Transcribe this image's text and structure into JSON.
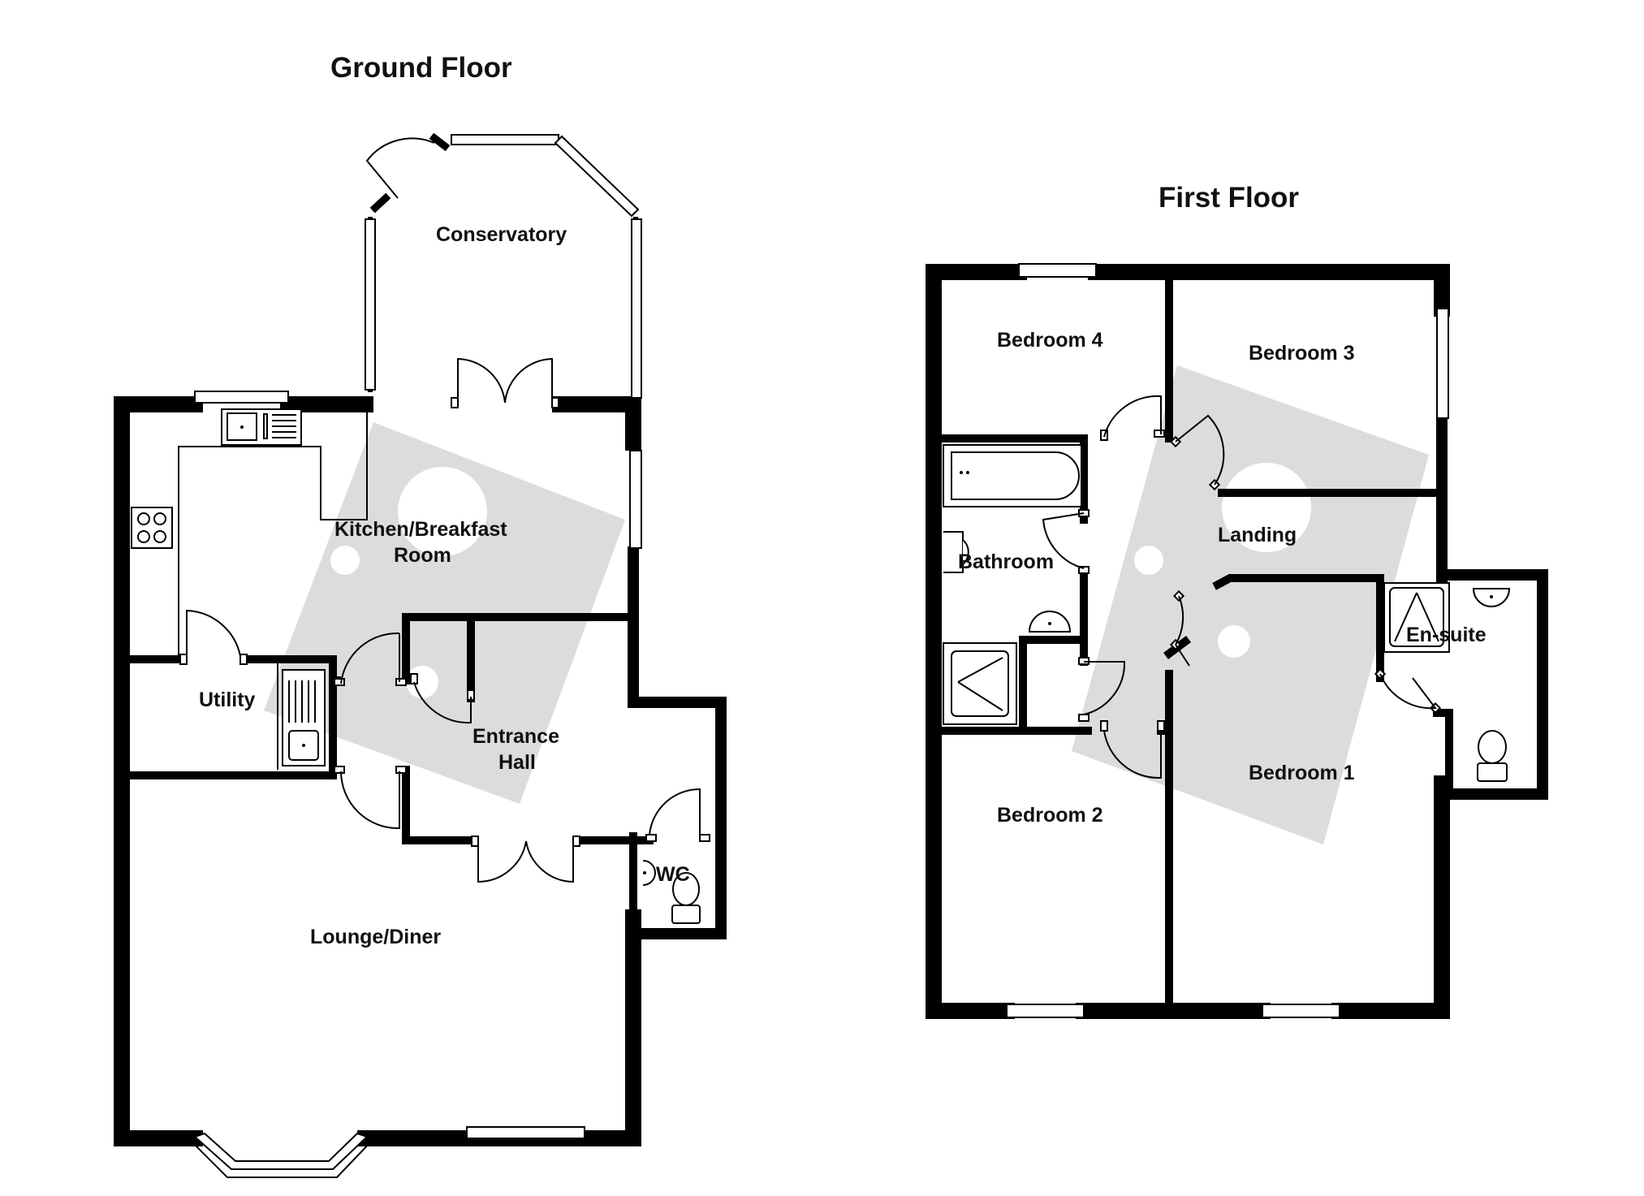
{
  "floors": {
    "ground": {
      "title": "Ground Floor",
      "rooms": {
        "conservatory": "Conservatory",
        "kitchen_line1": "Kitchen/Breakfast",
        "kitchen_line2": "Room",
        "utility": "Utility",
        "hall_line1": "Entrance",
        "hall_line2": "Hall",
        "wc": "WC",
        "lounge": "Lounge/Diner"
      }
    },
    "first": {
      "title": "First Floor",
      "rooms": {
        "bedroom4": "Bedroom 4",
        "bedroom3": "Bedroom 3",
        "landing": "Landing",
        "bathroom": "Bathroom",
        "ensuite": "En-suite",
        "bedroom1": "Bedroom 1",
        "bedroom2": "Bedroom 2"
      }
    }
  }
}
